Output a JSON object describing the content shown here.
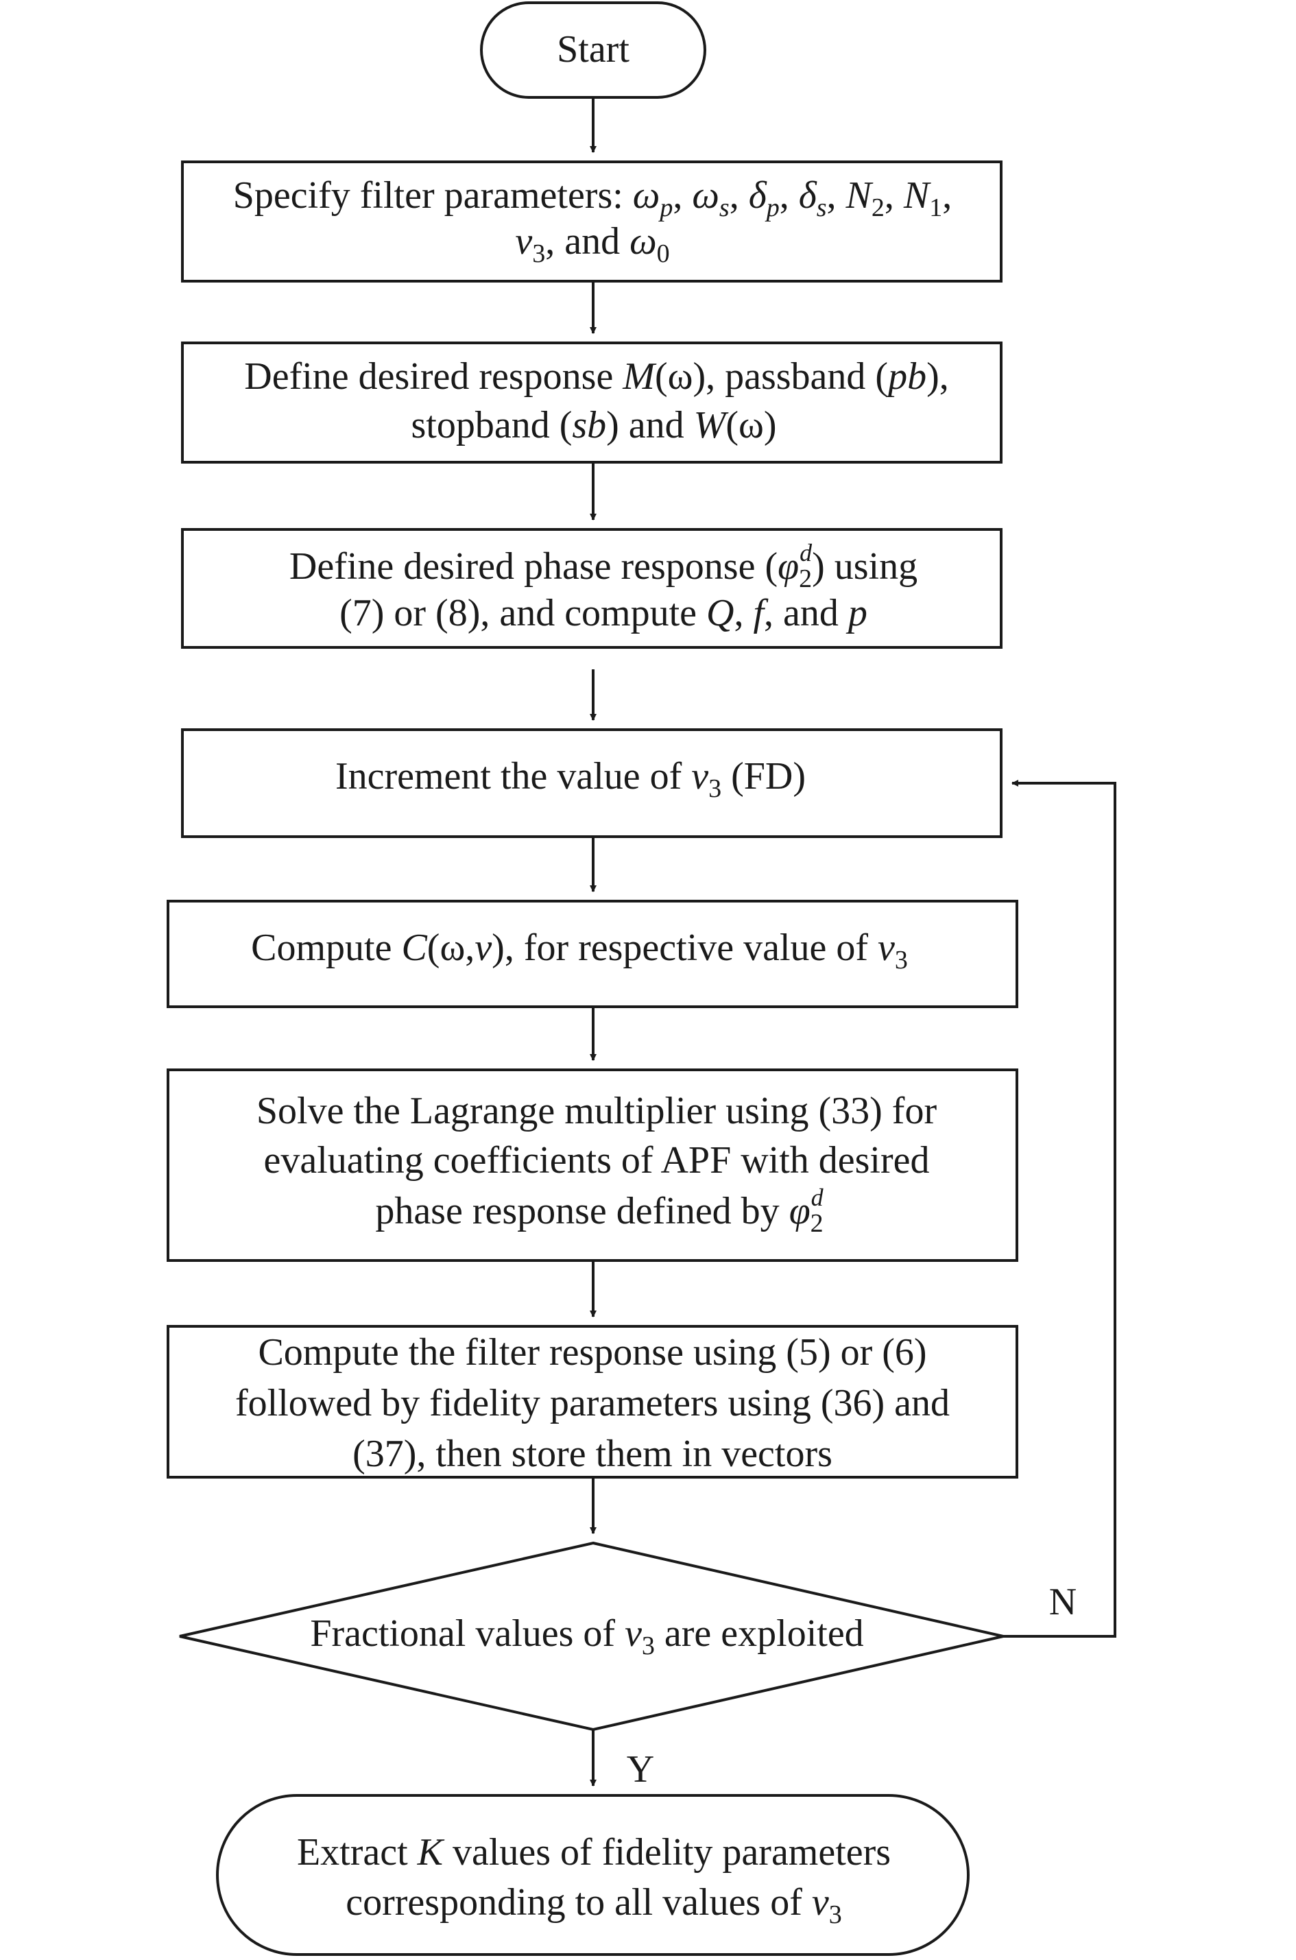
{
  "nodes": {
    "start": {
      "label": "Start"
    },
    "specify": {
      "prefix": "Specify filter parameters: ",
      "w": "ω",
      "p": "p",
      "s": "s",
      "d": "δ",
      "N": "N",
      "two": "2",
      "one": "1",
      "three": "3",
      "zero": "0",
      "v": "v",
      "comma": ", ",
      "and_text": ", and "
    },
    "define_response": {
      "a": "Define desired response ",
      "M": "M",
      "omega_paren": "(ω)",
      "b": ", passband (",
      "pb": "pb",
      "c": "),",
      "d": "stopband (",
      "sb": "sb",
      "e": ") and ",
      "W": "W",
      "f": "(ω)"
    },
    "define_phase": {
      "a": "Define desired phase response (",
      "phi": "φ",
      "sub": "2",
      "sup": "d",
      "b": ") using",
      "c": "(7) or (8), and compute ",
      "Q": "Q",
      "comma": ", ",
      "f": "f",
      "and_text": ", and ",
      "p": "p"
    },
    "increment": {
      "a": "Increment the value of ",
      "v": "v",
      "sub": "3",
      "b": " (FD)"
    },
    "compute_c": {
      "a": "Compute ",
      "C": "C",
      "b": "(ω,",
      "v": "v",
      "c": "), for respective value of ",
      "v2": "v",
      "sub": "3"
    },
    "solve": {
      "line1": "Solve the Lagrange multiplier using (33) for",
      "line2": "evaluating coefficients of APF with desired",
      "line3a": "phase response defined by ",
      "phi": "φ",
      "sub": "2",
      "sup": "d"
    },
    "compute_response": {
      "line1": "Compute the filter response using (5) or (6)",
      "line2": "followed by fidelity parameters using (36) and",
      "line3": "(37), then store them in vectors"
    },
    "decision": {
      "a": "Fractional values of ",
      "v": "v",
      "sub": "3",
      "b": " are exploited"
    },
    "extract": {
      "line1a": "Extract ",
      "K": "K",
      "line1b": " values of fidelity parameters",
      "line2a": "corresponding to all values of ",
      "v": "v",
      "sub": "3"
    }
  },
  "edges": {
    "no_label": "N",
    "yes_label": "Y"
  }
}
